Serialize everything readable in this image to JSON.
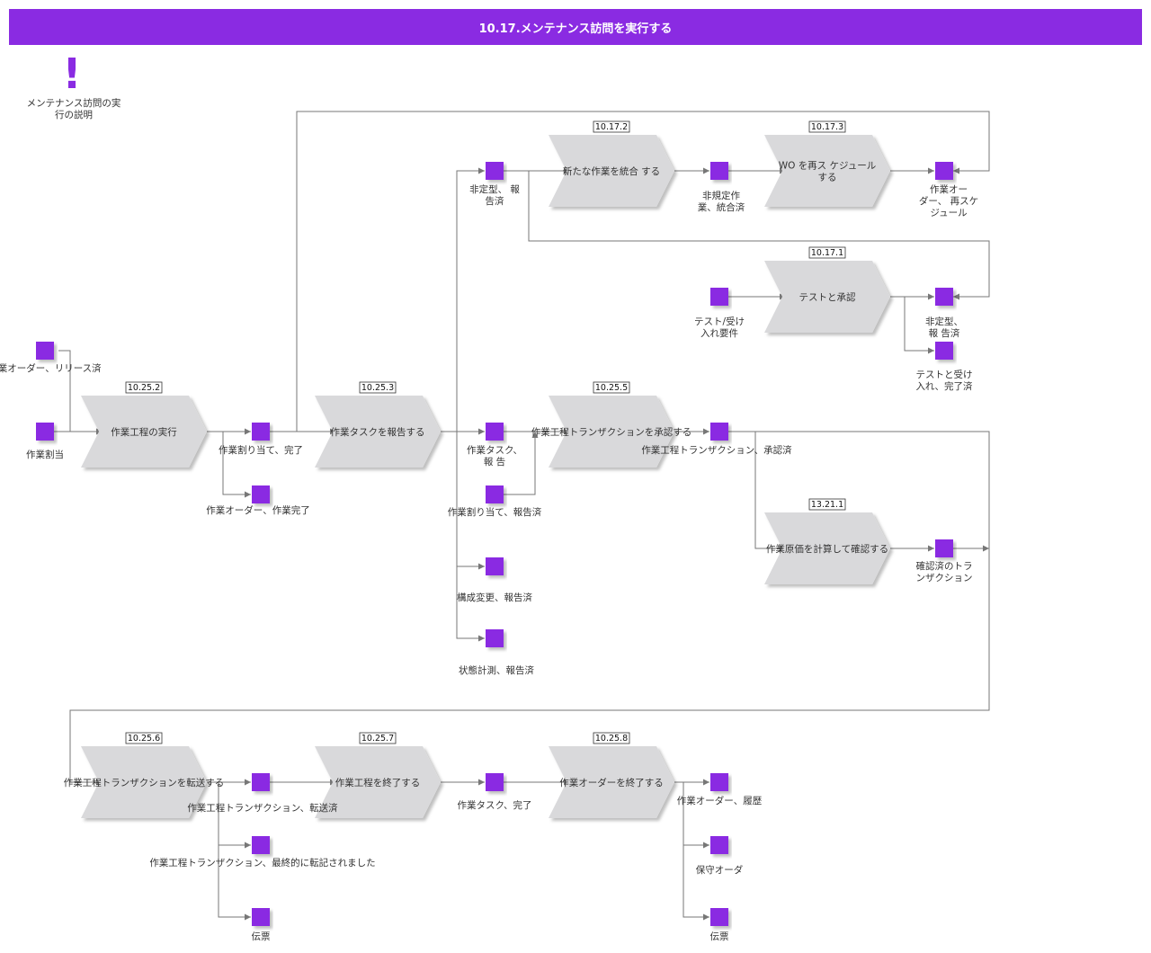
{
  "title": "10.17.メンテナンス訪問を実行する",
  "note": {
    "mark": "!",
    "lines": [
      "メンテナンス訪問の実",
      "行の説明"
    ]
  },
  "colors": {
    "accent": "#8a2be2",
    "process": "#d9d9db",
    "line": "#777777"
  },
  "processes": [
    {
      "key": "p10252",
      "id": "10.25.2",
      "lines": [
        "作業工程の実行"
      ]
    },
    {
      "key": "p10253",
      "id": "10.25.3",
      "lines": [
        "作業タスクを報告する"
      ]
    },
    {
      "key": "p10172",
      "id": "10.17.2",
      "lines": [
        "新たな作業を統合 する"
      ]
    },
    {
      "key": "p10173",
      "id": "10.17.3",
      "lines": [
        "WO を再ス ケジュール",
        "する"
      ]
    },
    {
      "key": "p10171",
      "id": "10.17.1",
      "lines": [
        "テストと承認"
      ]
    },
    {
      "key": "p10255",
      "id": "10.25.5",
      "lines": [
        "作業工程トランザクションを承認する"
      ]
    },
    {
      "key": "p13211",
      "id": "13.21.1",
      "lines": [
        "作業原価を計算して確認する"
      ]
    },
    {
      "key": "p10256",
      "id": "10.25.6",
      "lines": [
        "作業工程トランザクションを転送する"
      ]
    },
    {
      "key": "p10257",
      "id": "10.25.7",
      "lines": [
        "作業工程を終了する"
      ]
    },
    {
      "key": "p10258",
      "id": "10.25.8",
      "lines": [
        "作業オーダーを終了する"
      ]
    }
  ],
  "events": [
    {
      "key": "e_release",
      "lines": [
        "作業オーダー、リリース済"
      ]
    },
    {
      "key": "e_assign",
      "lines": [
        "作業割当"
      ]
    },
    {
      "key": "e_assign_done",
      "lines": [
        "作業割り当て、完了"
      ]
    },
    {
      "key": "e_wo_done",
      "lines": [
        "作業オーダー、作業完了"
      ]
    },
    {
      "key": "e_unreg",
      "lines": [
        "非定型、 報",
        "告済"
      ]
    },
    {
      "key": "e_unplanned",
      "lines": [
        "非規定作",
        "業、統合済"
      ]
    },
    {
      "key": "e_resched",
      "lines": [
        "作業オー",
        "ダー、 再スケ",
        "ジュール"
      ]
    },
    {
      "key": "e_test_req",
      "lines": [
        "テスト/受け",
        "入れ要件"
      ]
    },
    {
      "key": "e_unreg2",
      "lines": [
        "非定型、",
        "報 告済"
      ]
    },
    {
      "key": "e_test_done",
      "lines": [
        "テストと受け",
        "入れ、完了済"
      ]
    },
    {
      "key": "e_task_rep",
      "lines": [
        "作業タスク、",
        "報 告"
      ]
    },
    {
      "key": "e_assign_rep",
      "lines": [
        "作業割り当て、報告済"
      ]
    },
    {
      "key": "e_config",
      "lines": [
        "構成変更、報告済"
      ]
    },
    {
      "key": "e_condition",
      "lines": [
        "状態計測、報告済"
      ]
    },
    {
      "key": "e_trx_appr",
      "lines": [
        "作業工程トランザクション、承認済"
      ]
    },
    {
      "key": "e_trx_conf",
      "lines": [
        "確認済のトラ",
        "ンザクション"
      ]
    },
    {
      "key": "e_trx_post",
      "lines": [
        "作業工程トランザクション、転送済"
      ]
    },
    {
      "key": "e_trx_final",
      "lines": [
        "作業工程トランザクション、最終的に転記されました"
      ]
    },
    {
      "key": "e_voucher1",
      "lines": [
        "伝票"
      ]
    },
    {
      "key": "e_task_done",
      "lines": [
        "作業タスク、完了"
      ]
    },
    {
      "key": "e_wo_hist",
      "lines": [
        "作業オーダー、履歴"
      ]
    },
    {
      "key": "e_maint_order",
      "lines": [
        "保守オーダ"
      ]
    },
    {
      "key": "e_voucher2",
      "lines": [
        "伝票"
      ]
    }
  ]
}
